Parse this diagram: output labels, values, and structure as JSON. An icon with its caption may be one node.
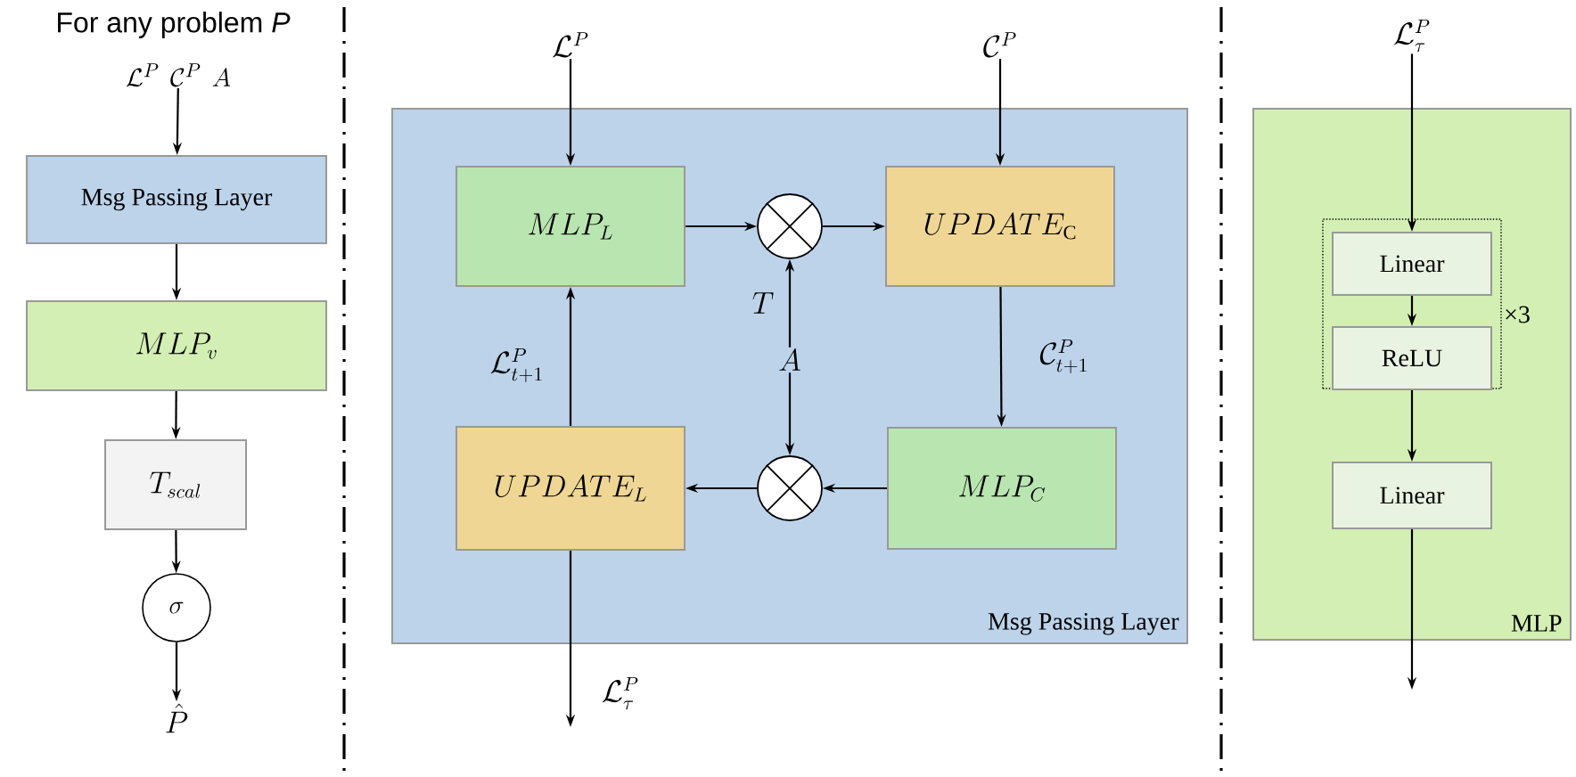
{
  "diagram": {
    "title": "For any problem *P*",
    "nodes": [
      {
        "text": [
          "\\mathcal{L}^P",
          "\\mathcal{C}^P",
          "A"
        ]
      },
      {
        "text": [
          "Msg Passing Layer"
        ]
      },
      {
        "text": [
          "MLP_v"
        ]
      },
      {
        "text": [
          "T_{scal}"
        ]
      },
      {
        "text": [
          "\\sigma"
        ]
      },
      {
        "text": [
          "\\hat{P}"
        ]
      },
      {
        "text": [
          "\\mathcal{L}^P"
        ]
      },
      {
        "text": [
          "\\mathcal{C}^P"
        ]
      },
      {
        "text": [
          "Msg Passing Layer"
        ]
      },
      {
        "text": [
          "MLP_L"
        ],
        "in": 8
      },
      {
        "text": [],
        "shape": "circle",
        "in": 8
      },
      {
        "text": [
          "UPDATE_{\\mathrm{C}}"
        ],
        "in": 8
      },
      {
        "text": [
          "A"
        ],
        "in": 8
      },
      {
        "text": [
          "UPDATE_L"
        ],
        "in": 8
      },
      {
        "text": [],
        "shape": "circle",
        "in": 8
      },
      {
        "text": [
          "MLP_C"
        ],
        "in": 8
      },
      {
        "text": [
          "\\mathcal{L}_\\tau^P"
        ]
      },
      {
        "text": [
          "MLP"
        ]
      },
      {
        "text": [
          "×3"
        ],
        "in": 17
      },
      {
        "text": [
          "Linear"
        ],
        "in": 18
      },
      {
        "text": [
          "ReLU"
        ],
        "in": 18
      },
      {
        "text": [
          "Linear"
        ],
        "in": 17
      }
    ],
    "edges": [
      {
        "from": 0,
        "to": 1,
        "arrow": "to"
      },
      {
        "from": 1,
        "to": 2,
        "arrow": "to"
      },
      {
        "from": 2,
        "to": 3,
        "arrow": "to"
      },
      {
        "from": 3,
        "to": 4,
        "arrow": "to"
      },
      {
        "from": 4,
        "to": 5,
        "arrow": "to"
      },
      {
        "from": 6,
        "to": 9,
        "arrow": "to"
      },
      {
        "from": 7,
        "to": 11,
        "arrow": "to"
      },
      {
        "from": 9,
        "to": 10,
        "arrow": "to"
      },
      {
        "from": 10,
        "to": 11,
        "arrow": "to"
      },
      {
        "from": 12,
        "to": 10,
        "arrow": "to",
        "label": "T"
      },
      {
        "from": 11,
        "to": 15,
        "arrow": "to",
        "label": "\\mathcal{C}_{t+1}^P"
      },
      {
        "from": 12,
        "to": 14,
        "arrow": "to"
      },
      {
        "from": 15,
        "to": 14,
        "arrow": "to"
      },
      {
        "from": 14,
        "to": 13,
        "arrow": "to"
      },
      {
        "from": 13,
        "to": 9,
        "arrow": "to",
        "label": "\\mathcal{L}_{t+1}^P"
      },
      {
        "from": 13,
        "to": null,
        "arrow": "to",
        "label": "\\mathcal{L}_\\tau^P"
      },
      {
        "from": 16,
        "to": 19,
        "arrow": "to"
      },
      {
        "from": 19,
        "to": 20,
        "arrow": "to"
      },
      {
        "from": 20,
        "to": 21,
        "arrow": "to"
      },
      {
        "from": 21,
        "to": null,
        "arrow": "to"
      }
    ]
  }
}
